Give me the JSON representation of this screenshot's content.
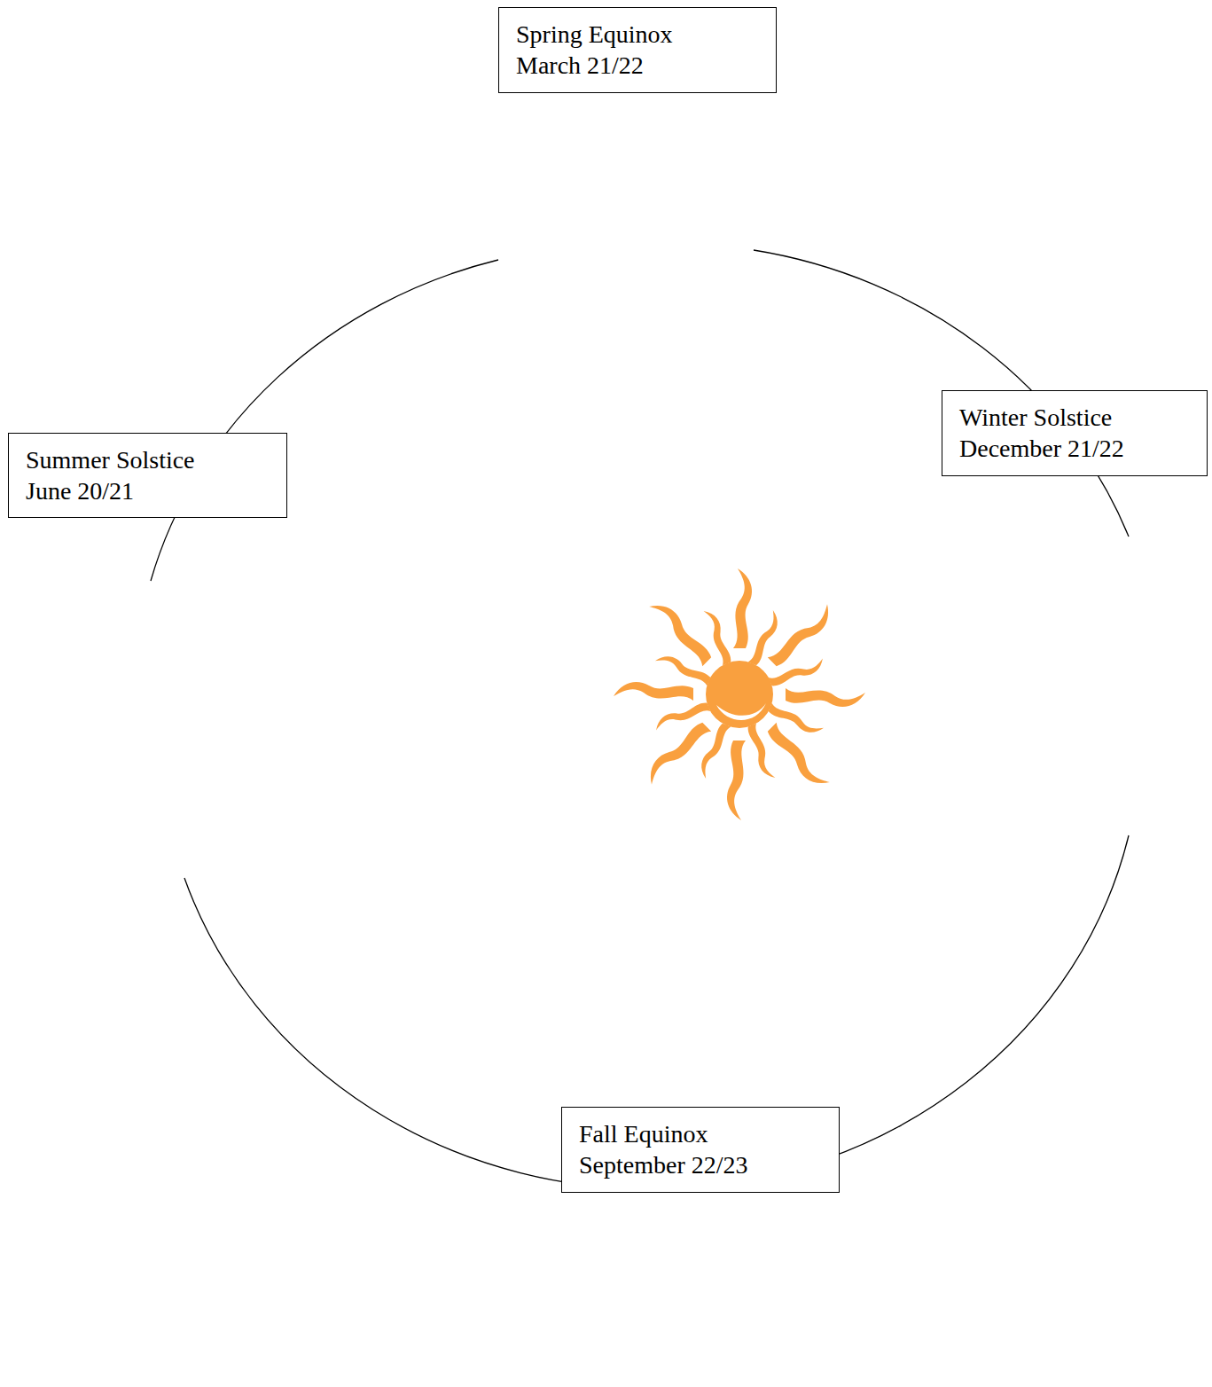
{
  "diagram": {
    "nodes": [
      {
        "text": [
          "Spring Equinox",
          "March 21/22"
        ]
      },
      {
        "text": [
          "Summer Solstice",
          "June 20/21"
        ]
      },
      {
        "text": [
          "Winter Solstice",
          "December 21/22"
        ]
      },
      {
        "text": [
          "Fall Equinox",
          "September 22/23"
        ]
      }
    ]
  }
}
